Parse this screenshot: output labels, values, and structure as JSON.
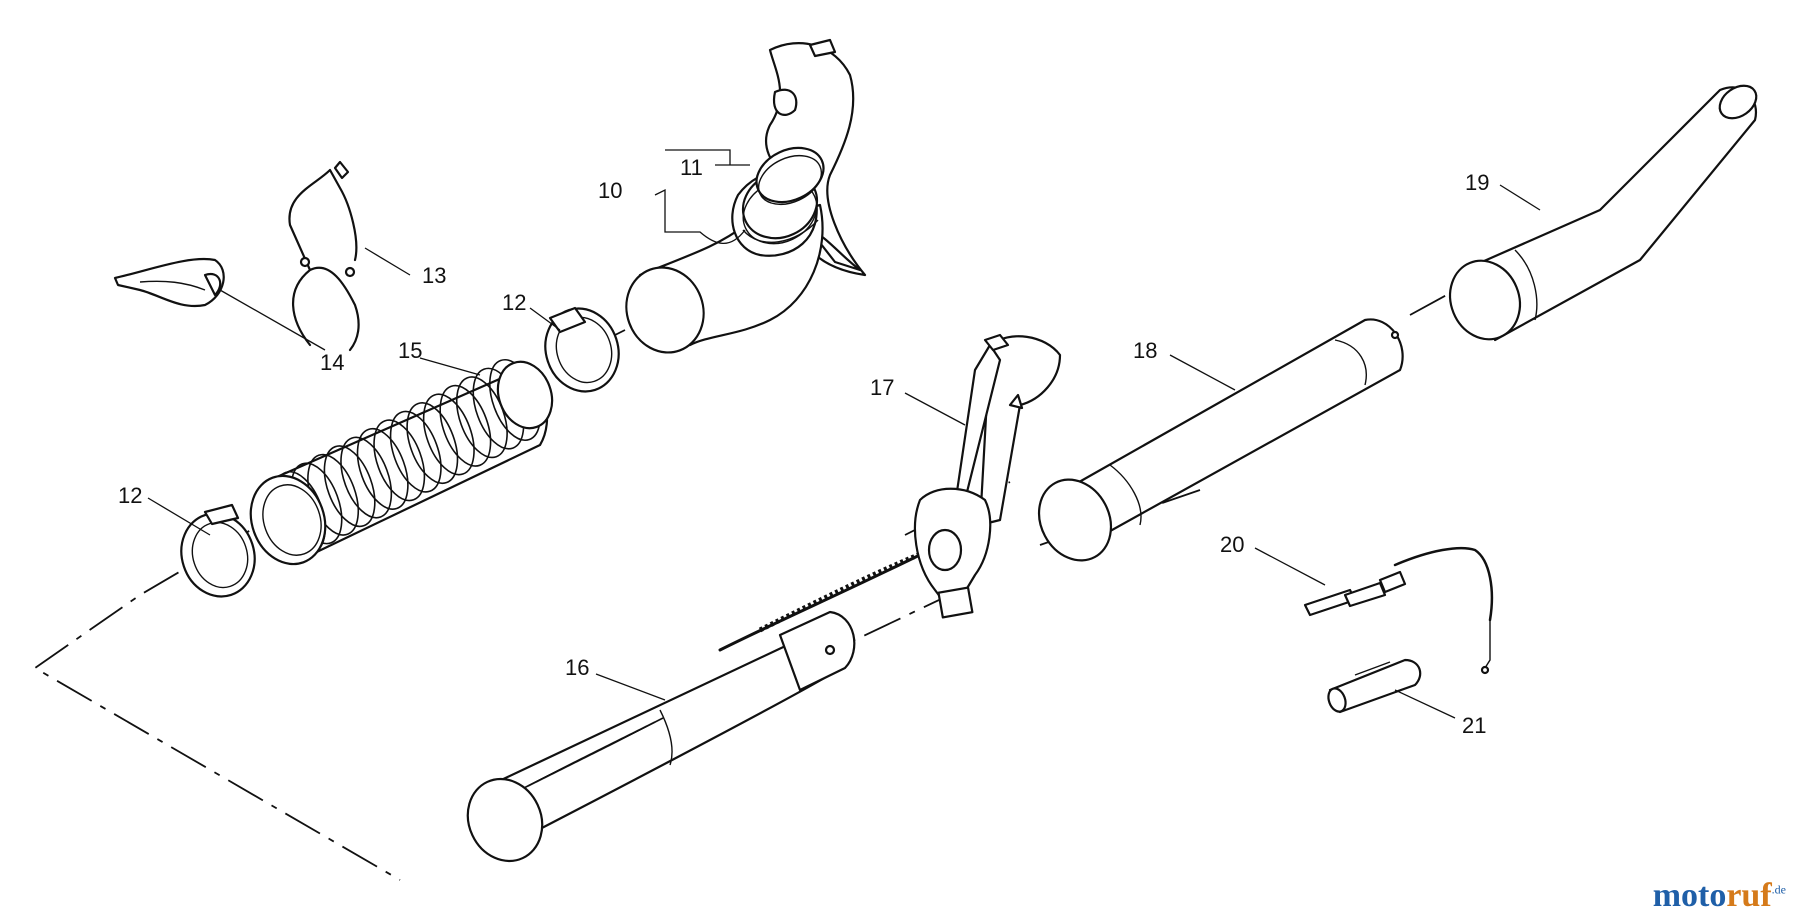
{
  "diagram": {
    "part_numbers": [
      "10",
      "11",
      "12",
      "12",
      "13",
      "14",
      "15",
      "16",
      "17",
      "18",
      "19",
      "20",
      "21"
    ]
  },
  "watermark": {
    "part1": "moto",
    "part2": "ruf",
    "suffix": ".de",
    "color_primary": "#1f5fa8",
    "color_secondary": "#d57a1a"
  }
}
